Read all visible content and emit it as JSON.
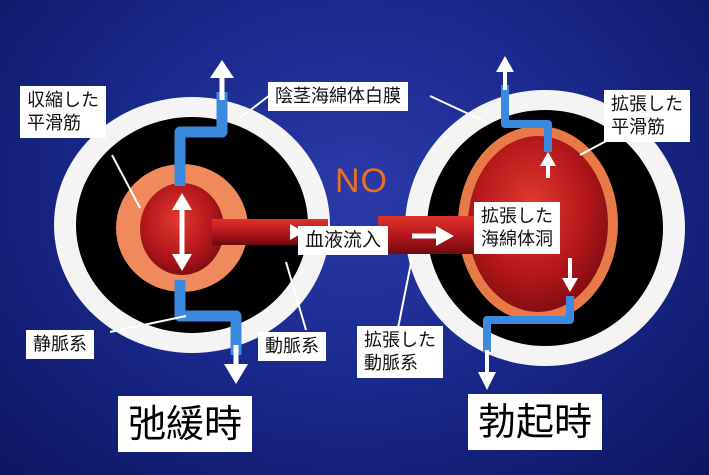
{
  "labels": {
    "tunica_albuginea": "陰茎海綿体白膜",
    "contracted_muscle": [
      "収縮した",
      "平滑筋"
    ],
    "dilated_muscle": [
      "拡張した",
      "平滑筋"
    ],
    "no": "NO",
    "blood_flow": "血液流入",
    "dilated_sinusoid": [
      "拡張した",
      "海綿体洞"
    ],
    "vein": "静脈系",
    "artery": "動脈系",
    "dilated_artery": [
      "拡張した",
      "動脈系"
    ],
    "flaccid": "弛緩時",
    "erect": "勃起時"
  },
  "colors": {
    "background": "#1a2a8e",
    "tunica": "#f4f4f4",
    "outer_black": "#000000",
    "muscle_contracted": "#f08a5c",
    "muscle_dilated": "#e87a48",
    "blood": "#b5171b",
    "vein": "#3a8be0",
    "no_text": "#e8701e"
  }
}
